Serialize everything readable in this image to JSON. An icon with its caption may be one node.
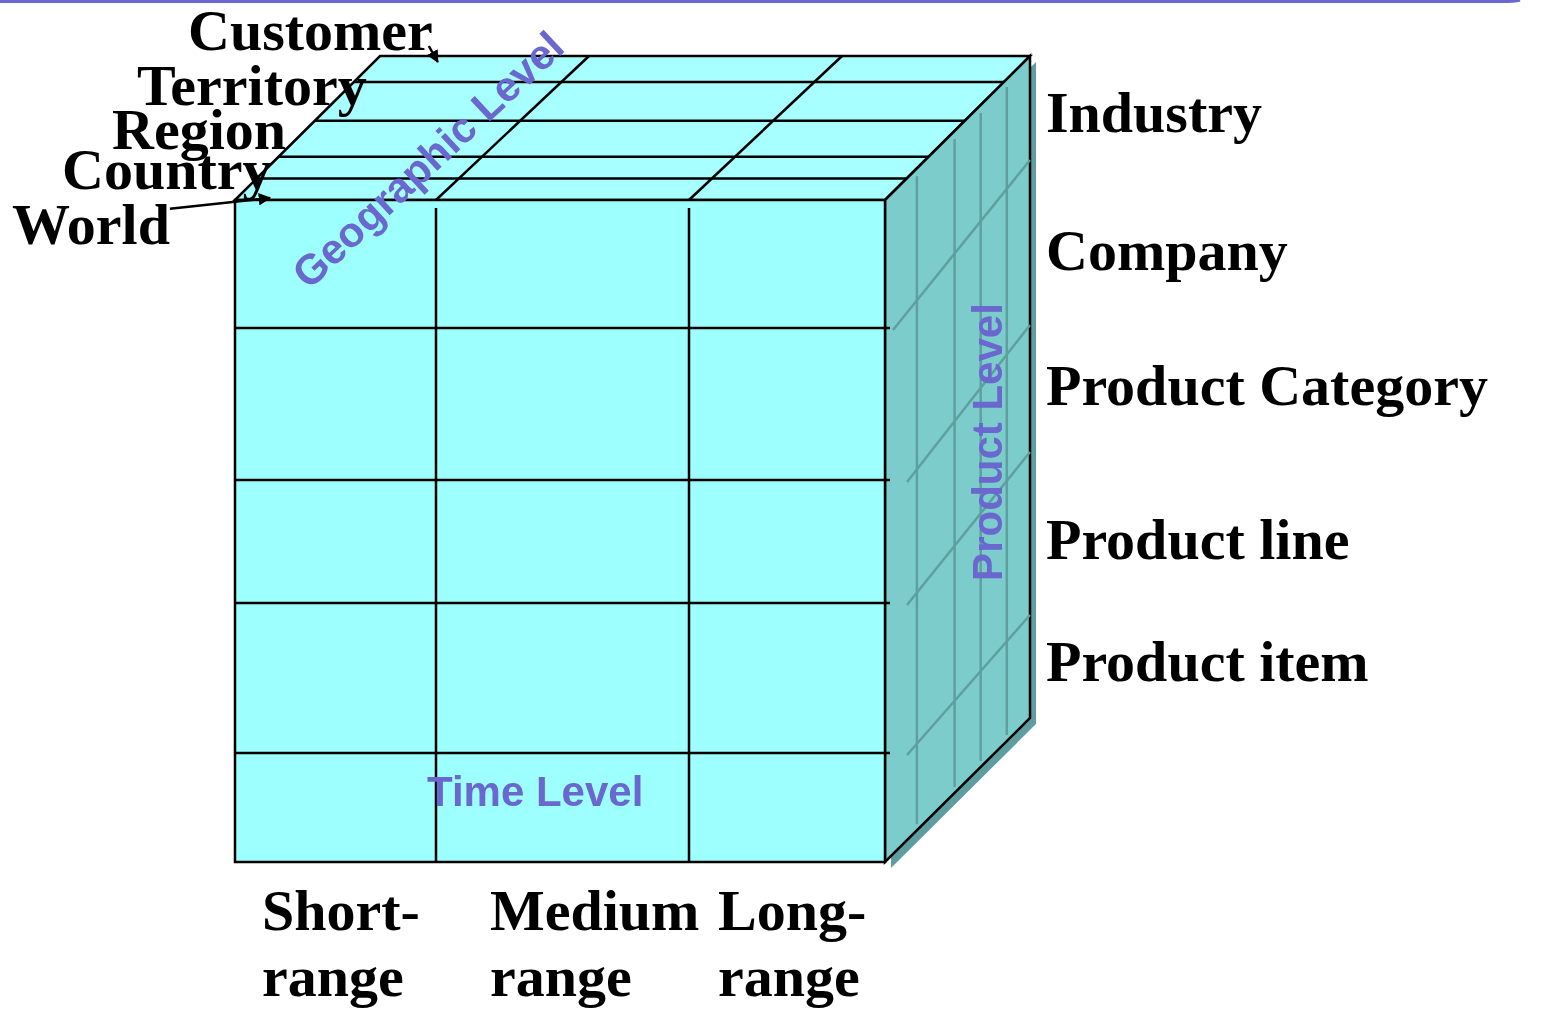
{
  "diagram": {
    "nodes": [
      {
        "text": [
          "Customer"
        ]
      },
      {
        "text": [
          "Territory"
        ]
      },
      {
        "text": [
          "Region"
        ]
      },
      {
        "text": [
          "Country"
        ]
      },
      {
        "text": [
          "World"
        ]
      },
      {
        "text": [],
        "shape": "box"
      }
    ],
    "edges": [
      {
        "from": 0,
        "to": 5,
        "arrow": "to"
      },
      {
        "from": 4,
        "to": 5,
        "arrow": "to"
      }
    ],
    "labels": [
      "Geographic Level",
      "Industry",
      "Company",
      "Product Category",
      "Product Level",
      "Product line",
      "Product item",
      "Time Level",
      "Short- range",
      "Medium range",
      "Long- range"
    ]
  }
}
